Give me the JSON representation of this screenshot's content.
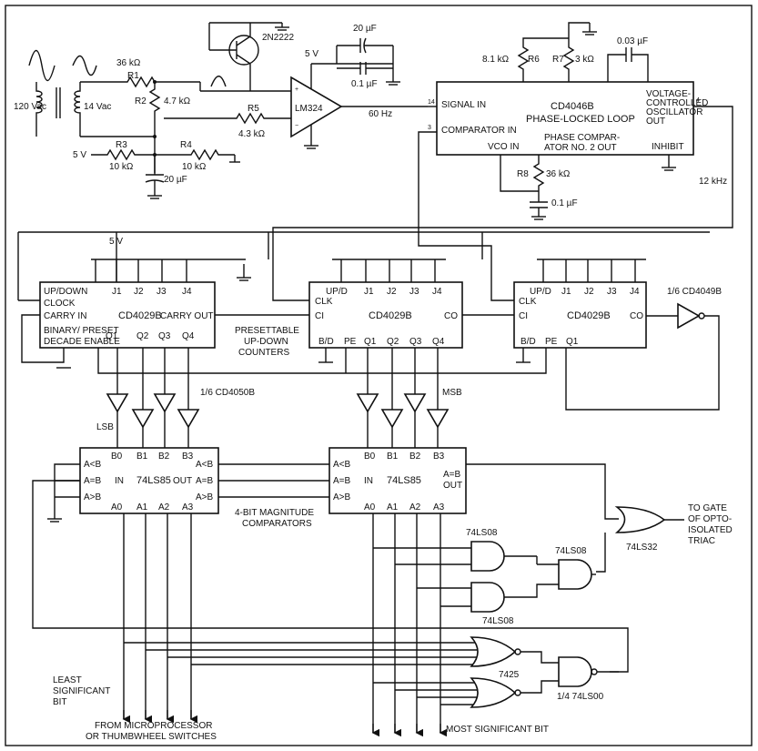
{
  "labels": {
    "mains": "120 Vac",
    "sec": "14 Vac",
    "r1": "R1",
    "r1v": "36 kΩ",
    "r2": "R2",
    "r2v": "4.7 kΩ",
    "r3": "R3",
    "r3v": "10 kΩ",
    "r4": "R4",
    "r4v": "10 kΩ",
    "r5": "R5",
    "r5v": "4.3 kΩ",
    "v5a": "5 V",
    "v5b": "5 V",
    "v5c": "5 V",
    "c20a": "20 µF",
    "c20b": "20 µF",
    "c01a": "0.1 µF",
    "q": "2N2222",
    "op": "LM324",
    "hz60": "60 Hz",
    "r6": "R6",
    "r6v": "8.1 kΩ",
    "r7": "R7",
    "r7v": "3 kΩ",
    "c003": "0.03 µF",
    "r8": "R8",
    "r8v": "36 kΩ",
    "c01b": "0.1 µF",
    "khz": "12 kHz"
  },
  "pll": {
    "name": "CD4046B",
    "sub": "PHASE-LOCKED LOOP",
    "signal_in": "SIGNAL IN",
    "comp_in": "COMPARATOR IN",
    "vco_in": "VCO IN",
    "pc2_a": "PHASE COMPAR-",
    "pc2_b": "ATOR NO. 2 OUT",
    "vco_a": "VOLTAGE-",
    "vco_b": "CONTROLLED",
    "vco_c": "OSCILLATOR",
    "vco_d": "OUT",
    "inhibit": "INHIBIT"
  },
  "counters": {
    "name": "CD4029B",
    "updown": "UP/DOWN",
    "updown2": "UP/D",
    "clock": "CLOCK",
    "clk": "CLK",
    "carry_in": "CARRY IN",
    "ci": "CI",
    "carry_out": "CARRY OUT",
    "co": "CO",
    "bp_a": "BINARY/ PRESET",
    "bp_b": "DECADE  ENABLE",
    "bd": "B/D",
    "pe": "PE",
    "j1": "J1",
    "j2": "J2",
    "j3": "J3",
    "j4": "J4",
    "q1": "Q1",
    "q2": "Q2",
    "q3": "Q3",
    "q4": "Q4",
    "caption_a": "PRESETTABLE",
    "caption_b": "UP-DOWN",
    "caption_c": "COUNTERS",
    "inv": "1/6 CD4049B"
  },
  "buffers": {
    "label": "1/6 CD4050B",
    "lsb": "LSB",
    "msb": "MSB"
  },
  "comparators": {
    "name": "74LS85",
    "alt": "A<B",
    "aeq": "A=B",
    "agt": "A>B",
    "in": "IN",
    "out": "OUT",
    "aeqb_out": "A=B",
    "b0": "B0",
    "b1": "B1",
    "b2": "B2",
    "b3": "B3",
    "a0": "A0",
    "a1": "A1",
    "a2": "A2",
    "a3": "A3",
    "caption_a": "4-BIT MAGNITUDE",
    "caption_b": "COMPARATORS"
  },
  "gates": {
    "and1": "74LS08",
    "and2": "74LS08",
    "and3": "74LS08",
    "or": "74LS32",
    "nor": "7425",
    "nand": "1/4 74LS00"
  },
  "notes": {
    "triac_a": "TO GATE",
    "triac_b": "OF OPTO-",
    "triac_c": "ISOLATED",
    "triac_d": "TRIAC",
    "lsb_a": "LEAST",
    "lsb_b": "SIGNIFICANT",
    "lsb_c": "BIT",
    "from_a": "FROM MICROPROCESSOR",
    "from_b": "OR THUMBWHEEL SWITCHES",
    "msb": "MOST SIGNIFICANT BIT"
  }
}
